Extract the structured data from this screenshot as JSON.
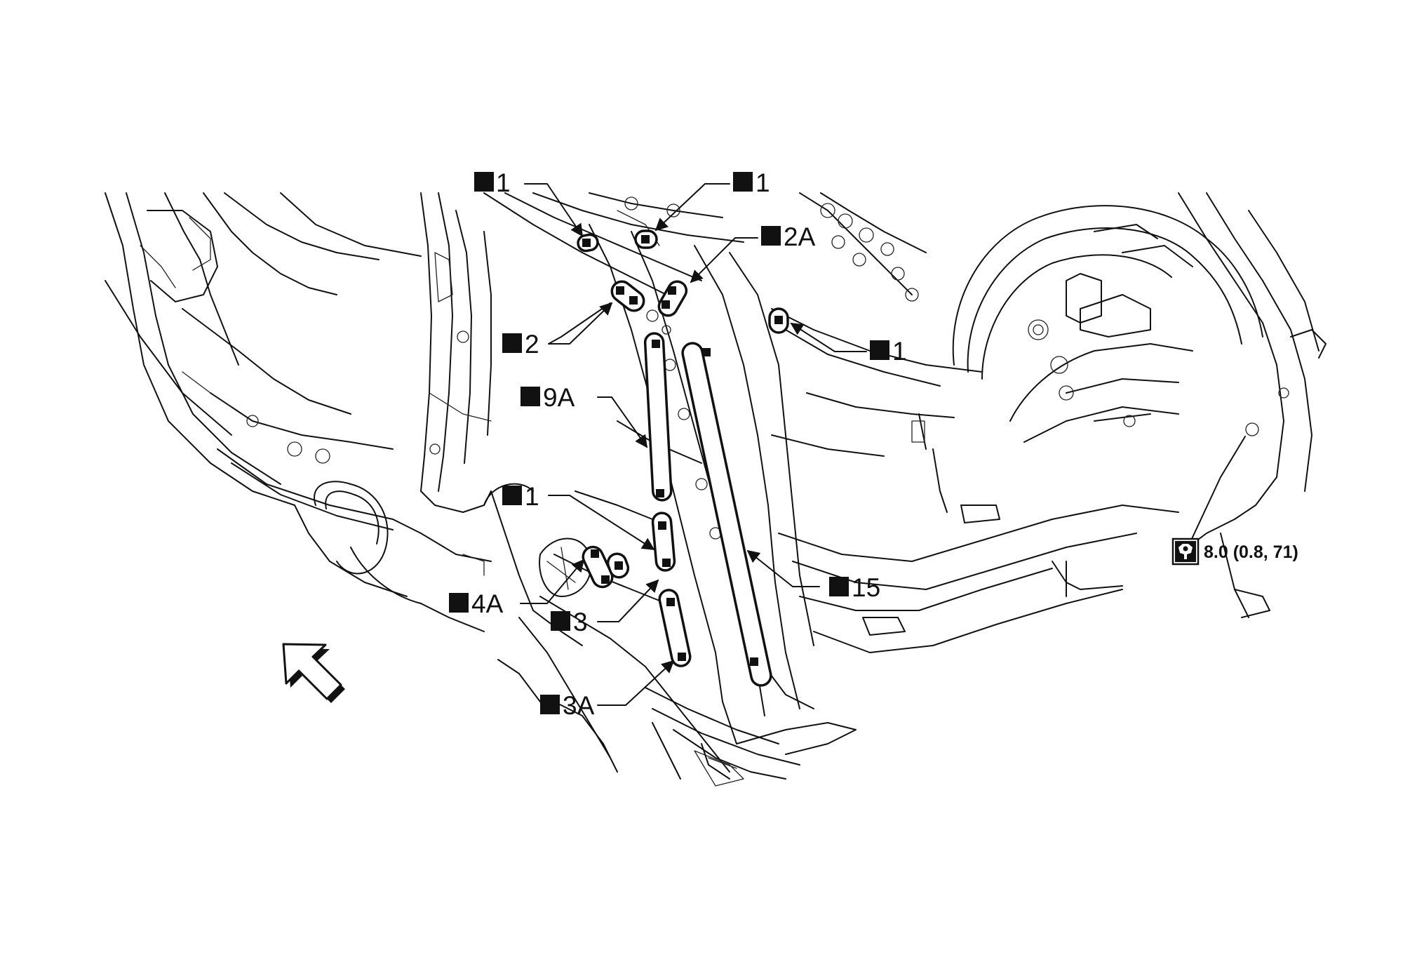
{
  "diagram": {
    "callouts": [
      {
        "id": "c1_top_left",
        "text": "1"
      },
      {
        "id": "c1_top_right",
        "text": "1"
      },
      {
        "id": "c2A",
        "text": "2A"
      },
      {
        "id": "c1_right",
        "text": "1"
      },
      {
        "id": "c2",
        "text": "2"
      },
      {
        "id": "c9A",
        "text": "9A"
      },
      {
        "id": "c1_mid",
        "text": "1"
      },
      {
        "id": "c15",
        "text": "15"
      },
      {
        "id": "c4A",
        "text": "4A"
      },
      {
        "id": "c3",
        "text": "3"
      },
      {
        "id": "c3A",
        "text": "3A"
      }
    ],
    "torque": {
      "icon": "torque-wrench-icon",
      "text": "8.0 (0.8, 71)"
    },
    "direction_icon": "front-direction-arrow-icon"
  }
}
